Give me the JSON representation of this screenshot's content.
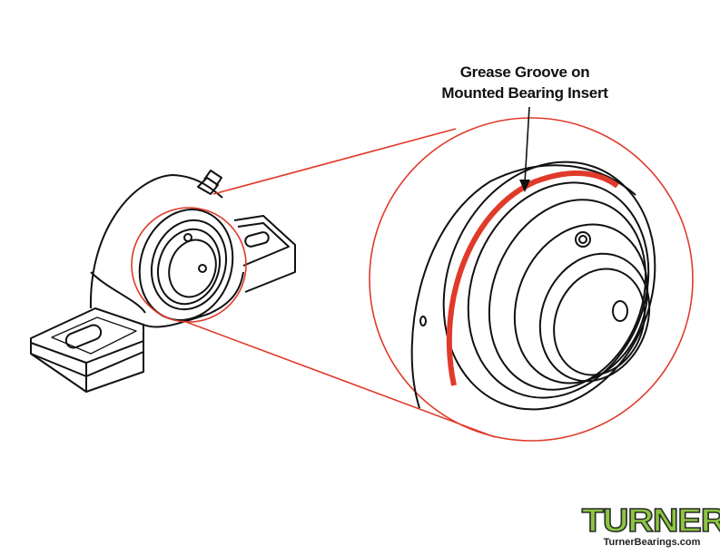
{
  "callout": {
    "line1": "Grease Groove on",
    "line2": "Mounted Bearing Insert"
  },
  "logo": {
    "word": "TURNER",
    "url": "TurnerBearings.com"
  },
  "colors": {
    "highlight": "#e03a2a",
    "brand_green": "#8cc63f",
    "line": "#111111"
  }
}
